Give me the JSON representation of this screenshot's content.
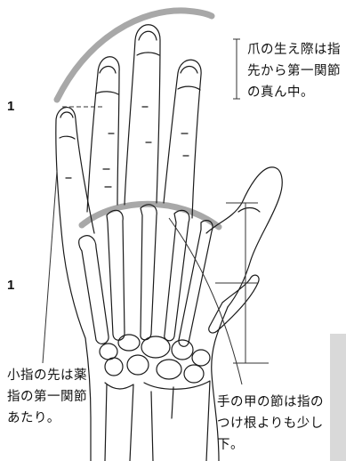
{
  "labels": {
    "ratio_top": "1",
    "ratio_bottom": "1"
  },
  "notes": {
    "top_right": [
      "爪の生え際は指",
      "先から第一関節",
      "の真ん中。"
    ],
    "bottom_left": [
      "小指の先は薬",
      "指の第一関節",
      "あたり。"
    ],
    "bottom_right": [
      "手の甲の節は指の",
      "つけ根よりも少し",
      "下。"
    ]
  },
  "colors": {
    "guide_arc": "#a8a8a8",
    "line": "#1a1a1a",
    "side_tab": "#d9d9d9"
  }
}
